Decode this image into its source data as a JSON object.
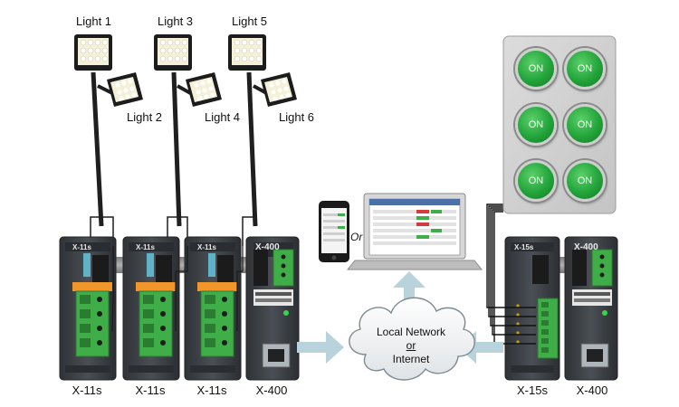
{
  "lights": [
    {
      "label": "Light 1"
    },
    {
      "label": "Light 2"
    },
    {
      "label": "Light 3"
    },
    {
      "label": "Light 4"
    },
    {
      "label": "Light 5"
    },
    {
      "label": "Light 6"
    }
  ],
  "modules": [
    {
      "label": "X-11s",
      "badge": "X-11s"
    },
    {
      "label": "X-11s",
      "badge": "X-11s"
    },
    {
      "label": "X-11s",
      "badge": "X-11s"
    },
    {
      "label": "X-400",
      "badge": "X-400"
    },
    {
      "label": "X-15s",
      "badge": "X-15s"
    },
    {
      "label": "X-400",
      "badge": "X-400"
    }
  ],
  "buttons": [
    "ON",
    "ON",
    "ON",
    "ON",
    "ON",
    "ON"
  ],
  "network": {
    "line1": "Local Network",
    "line2": "or",
    "line3": "Internet"
  },
  "devices": {
    "or_label": "Or"
  },
  "colors": {
    "module_body": "#3d4147",
    "terminal_green": "#3fae49",
    "orange": "#f0962a",
    "arrow": "#b9d3dc",
    "panel": "#d2d2d2"
  }
}
